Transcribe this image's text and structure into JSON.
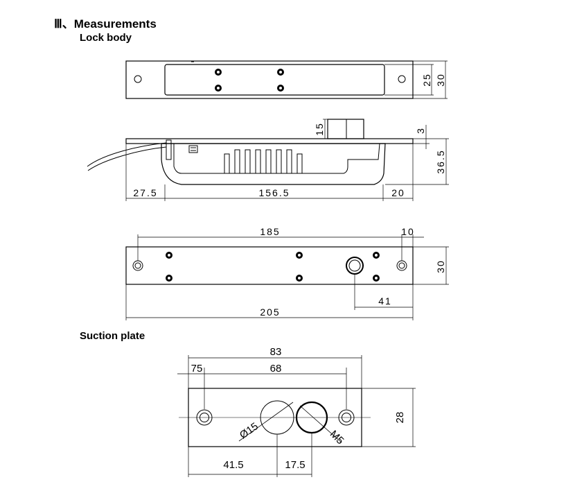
{
  "section": {
    "heading": "Ⅲ、Measurements",
    "lock_body_label": "Lock body",
    "suction_plate_label": "Suction plate"
  },
  "lock_top": {
    "height_inner": "25",
    "height_outer": "30"
  },
  "lock_side": {
    "wire_len": "27.5",
    "body_len": "156.5",
    "end_len": "20",
    "button_h": "15",
    "flange": "3",
    "height": "36.5"
  },
  "lock_bottom": {
    "hole_span": "185",
    "edge": "10",
    "height": "30",
    "hole_offset": "41",
    "total": "205"
  },
  "plate": {
    "total": "83",
    "left_edge": "75",
    "hole_span": "68",
    "height": "28",
    "dia_hole": "Ø15",
    "thread": "M5",
    "left_offset": "41.5",
    "spacing": "17.5"
  }
}
